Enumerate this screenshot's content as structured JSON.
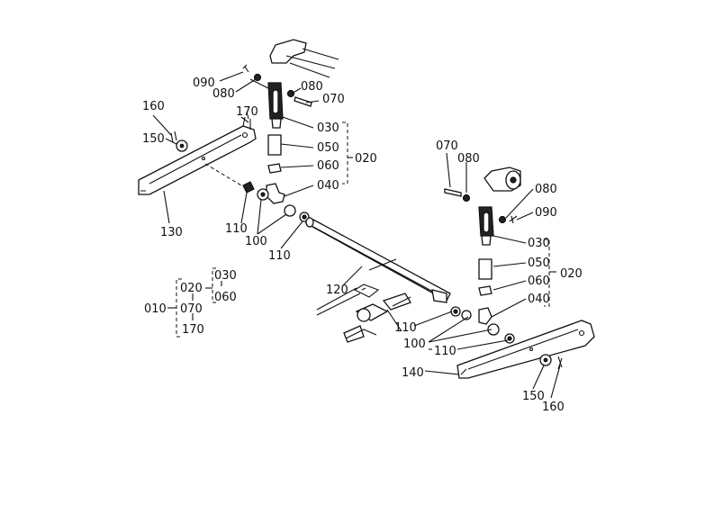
{
  "diagram": {
    "labels": {
      "l010": "010",
      "l020_left": "020",
      "l020_right": "020",
      "l020_legend": "020",
      "l030_left": "030",
      "l030_right": "030",
      "l030_legend": "030",
      "l040_left": "040",
      "l040_right": "040",
      "l050_left": "050",
      "l050_right": "050",
      "l060_left": "060",
      "l060_right": "060",
      "l060_legend": "060",
      "l070_left": "070",
      "l070_right": "070",
      "l070_legend": "070",
      "l080_left_a": "080",
      "l080_left_b": "080",
      "l080_right_a": "080",
      "l080_right_b": "080",
      "l090_left": "090",
      "l090_right": "090",
      "l100_left": "100",
      "l100_right": "100",
      "l110_left_a": "110",
      "l110_left_b": "110",
      "l110_center": "110",
      "l110_right": "110",
      "l120": "120",
      "l130": "130",
      "l140": "140",
      "l150_left": "150",
      "l150_right": "150",
      "l160_left": "160",
      "l160_right": "160",
      "l170_left": "170",
      "l170_legend": "170"
    }
  }
}
